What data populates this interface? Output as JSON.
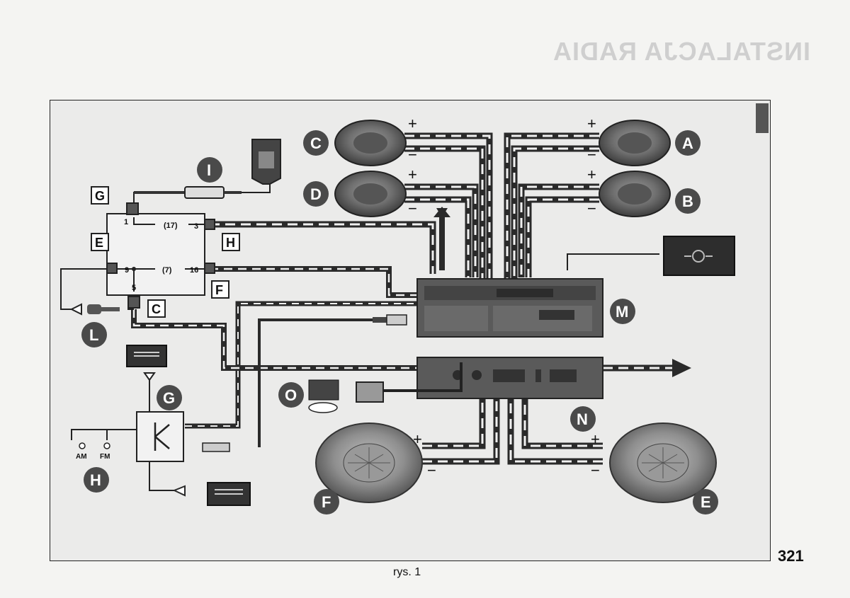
{
  "bleed_title": "INSTALACJA RADIA",
  "page_number": "321",
  "caption": "rys. 1",
  "callouts": {
    "A": "A",
    "B": "B",
    "C": "C",
    "D": "D",
    "E": "E",
    "F": "F",
    "G": "G",
    "H": "H",
    "I": "I",
    "L": "L",
    "M": "M",
    "N": "N",
    "O": "O"
  },
  "box_labels": {
    "G": "G",
    "E": "E",
    "H": "H",
    "F": "F",
    "C": "C"
  },
  "connector_pins": {
    "p1": "1",
    "p3": "3",
    "p9": "9",
    "p16": "16",
    "p5": "5",
    "link17": "(17)",
    "link7": "(7)"
  },
  "antenna_bands": {
    "am": "AM",
    "fm": "FM"
  },
  "polarity": {
    "plus": "+",
    "minus": "−"
  },
  "colors": {
    "callout_fill": "#4a4a4a",
    "wire_dark": "#2a2a2a",
    "wire_light": "#f0f0f0",
    "frame_bg": "#ebebea"
  }
}
